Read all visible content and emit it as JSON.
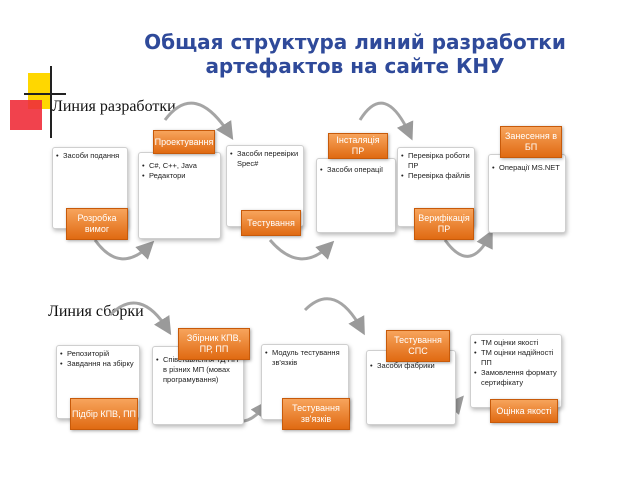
{
  "title": "Общая структура линий разработки артефактов на сайте КНУ",
  "sections": {
    "development": {
      "label": "Линия разработки",
      "cards": [
        {
          "items": [
            "Засоби подання"
          ],
          "tag": "Розробка вимог"
        },
        {
          "items": [
            "C#, C++, Java",
            "Редактори"
          ],
          "tag": "Проектування"
        },
        {
          "items": [
            "Засоби перевірки Spec#"
          ],
          "tag": "Тестування"
        },
        {
          "items": [
            "Засоби операції"
          ],
          "tag": "Інсталяція ПР"
        },
        {
          "items": [
            "Перевірка роботи ПР",
            "Перевірка файлів"
          ],
          "tag": "Верифікація ПР"
        },
        {
          "items": [
            "Операції MS.NET"
          ],
          "tag": "Занесення в БП"
        }
      ]
    },
    "assembly": {
      "label": "Линия сборки",
      "cards": [
        {
          "items": [
            "Репозиторій",
            "Завдання на збірку"
          ],
          "tag": "Підбір КПВ, ПП"
        },
        {
          "items": [
            "Співставлення ТД ПП в різних МП (мовах програмування)"
          ],
          "tag": "Збірник КПВ, ПР, ПП"
        },
        {
          "items": [
            "Модуль тестування зв'язків"
          ],
          "tag": "Тестування зв'язків"
        },
        {
          "items": [
            "Засоби фабрики"
          ],
          "tag": "Тестування СПС"
        },
        {
          "items": [
            "ТМ оцінки якості",
            "ТМ оцінки надійності ПП",
            "Замовлення формату сертифікату"
          ],
          "tag": "Оцінка якості"
        }
      ]
    }
  }
}
